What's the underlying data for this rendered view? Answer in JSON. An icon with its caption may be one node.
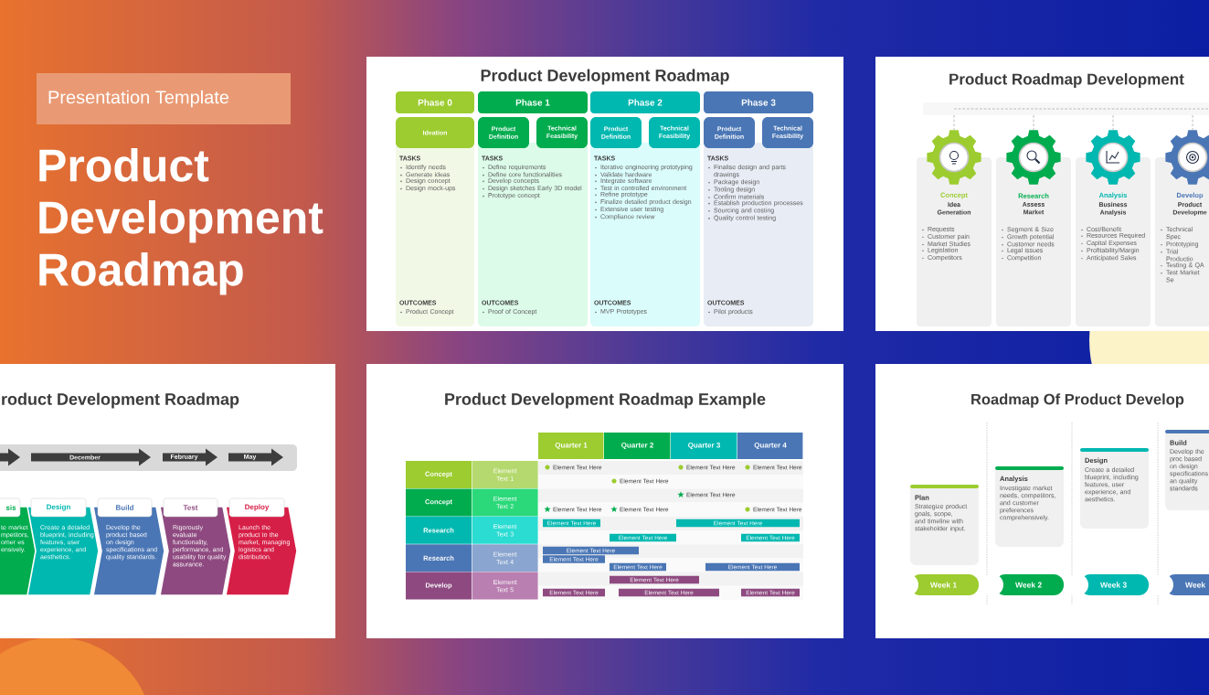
{
  "diagram": {
    "title": "Product Development Roadmap",
    "nodes": [
      {
        "text": [
          "Product Development Roadmap"
        ]
      },
      {
        "text": [
          "Phase 0"
        ],
        "in": 0
      },
      {
        "text": [
          "Phase 1"
        ],
        "in": 0
      },
      {
        "text": [
          "Phase 2"
        ],
        "in": 0
      },
      {
        "text": [
          "Phase 3"
        ],
        "in": 0
      },
      {
        "text": [
          "Ideation"
        ],
        "in": 0
      },
      {
        "text": [
          "Product Definition"
        ],
        "in": 0
      },
      {
        "text": [
          "Technical Feasibility"
        ],
        "in": 0
      },
      {
        "text": [
          "Product Definition"
        ],
        "in": 0
      },
      {
        "text": [
          "Technical Feasibility"
        ],
        "in": 0
      },
      {
        "text": [
          "Product Definition"
        ],
        "in": 0
      },
      {
        "text": [
          "Technical Feasibility"
        ],
        "in": 0
      },
      {
        "text": [
          "TASKS",
          "Identify needs",
          "Generate ideas",
          "Design concept",
          "Design mock-ups",
          "OUTCOMES",
          "Product Concept"
        ],
        "in": 0
      },
      {
        "text": [
          "TASKS",
          "Define requirements",
          "Define core functionalities",
          "Develop concepts",
          "Design sketches Early 3D model",
          "Prototype concept",
          "OUTCOMES",
          "Proof of Concept"
        ],
        "in": 0
      },
      {
        "text": [
          "TASKS",
          "Iterative engineering prototyping",
          "Validate hardware",
          "Integrate software",
          "Test in controlled environment",
          "Refine prototype",
          "Finalize detailed product design",
          "Extensive user testing",
          "Compliance review",
          "OUTCOMES",
          "MVP Prototypes"
        ],
        "in": 0
      },
      {
        "text": [
          "TASKS",
          "Finalise design and parts drawings",
          "Package design",
          "Tooling design",
          "Confirm materials",
          "Establish production processes",
          "Sourcing and costing",
          "Quality control testing",
          "OUTCOMES",
          "Pilot products"
        ],
        "in": 0
      },
      {
        "text": [
          "Product Roadmap Development"
        ]
      },
      {
        "text": [],
        "shape": "bar",
        "in": 16
      },
      {
        "text": [],
        "shape": "picture",
        "in": 16
      },
      {
        "text": [],
        "shape": "picture",
        "in": 16
      },
      {
        "text": [],
        "shape": "picture",
        "in": 16
      },
      {
        "text": [],
        "shape": "picture",
        "in": 16
      },
      {
        "text": [
          "Concept",
          "Idea Generation",
          "Requests",
          "Customer pain",
          "Market Studies",
          "Legislation",
          "Competitors"
        ],
        "in": 16
      },
      {
        "text": [
          "Research",
          "Assess Market",
          "Segment & Size",
          "Growth potential",
          "Customer needs",
          "Legal issues",
          "Competition"
        ],
        "in": 16
      },
      {
        "text": [
          "Analysis",
          "Business Analysis",
          "Cost/Benefit",
          "Resources Required",
          "Capital Expenses",
          "Profitability/Margin",
          "Anticipated Sales"
        ],
        "in": 16
      },
      {
        "text": [
          "Develop",
          "Product Developme",
          "Technical Spec",
          "Prototyping",
          "Trial Productio",
          "Testing & QA",
          "Test Market Se"
        ],
        "in": 16
      },
      {
        "text": [
          "roduct Development Roadmap"
        ]
      },
      {
        "text": [],
        "shape": "bar",
        "in": 26
      },
      {
        "text": [],
        "shape": "arrow",
        "in": 27
      },
      {
        "text": [
          "December"
        ],
        "in": 27
      },
      {
        "text": [
          "February"
        ],
        "in": 27
      },
      {
        "text": [
          "May"
        ],
        "in": 27
      },
      {
        "text": [
          "sis",
          "te market mpetitors, omer es ensively."
        ],
        "in": 26
      },
      {
        "text": [
          "Design",
          "Create a detailed blueprint, including features, user experience, and aesthetics."
        ],
        "in": 26
      },
      {
        "text": [
          "Build",
          "Develop the product based on design specifications and quality standards."
        ],
        "in": 26
      },
      {
        "text": [
          "Test",
          "Rigorously evaluate functionality, performance, and usability for quality assurance."
        ],
        "in": 26
      },
      {
        "text": [
          "Deploy",
          "Launch the product to the market, managing logistics and distribution."
        ],
        "in": 26
      },
      {
        "text": [
          "Product Development Roadmap Example"
        ]
      },
      {
        "text": [
          "Quarter 1"
        ],
        "in": 37
      },
      {
        "text": [
          "Quarter 2"
        ],
        "in": 37
      },
      {
        "text": [
          "Quarter 3"
        ],
        "in": 37
      },
      {
        "text": [
          "Quarter 4"
        ],
        "in": 37
      },
      {
        "text": [
          "Concept"
        ],
        "in": 37
      },
      {
        "text": [
          "Element Text 1"
        ],
        "in": 37
      },
      {
        "text": [
          "Concept"
        ],
        "in": 37
      },
      {
        "text": [
          "Element Text 2"
        ],
        "in": 37
      },
      {
        "text": [
          "Research"
        ],
        "in": 37
      },
      {
        "text": [
          "Element Text 3"
        ],
        "in": 37
      },
      {
        "text": [
          "Research"
        ],
        "in": 37
      },
      {
        "text": [
          "Element Text 4"
        ],
        "in": 37
      },
      {
        "text": [
          "Develop"
        ],
        "in": 37
      },
      {
        "text": [
          "Element Text 5"
        ],
        "in": 37
      },
      {
        "text": [
          "Element Text Here"
        ],
        "in": 37
      },
      {
        "text": [
          "Element Text Here"
        ],
        "in": 37
      },
      {
        "text": [
          "Element Text Here"
        ],
        "in": 37
      },
      {
        "text": [
          "Element Text Here"
        ],
        "in": 37
      },
      {
        "text": [
          "Element Text Here"
        ],
        "in": 37
      },
      {
        "text": [
          "Element Text Here"
        ],
        "in": 37
      },
      {
        "text": [
          "Element Text Here"
        ],
        "in": 37
      },
      {
        "text": [
          "Element Text Here"
        ],
        "in": 37
      },
      {
        "text": [
          "Element Text Here"
        ],
        "in": 37
      },
      {
        "text": [
          "Element Text Here"
        ],
        "in": 37
      },
      {
        "text": [
          "Element Text Here"
        ],
        "in": 37
      },
      {
        "text": [
          "Element Text Here"
        ],
        "in": 37
      },
      {
        "text": [
          "Roadmap Of Product Develop"
        ]
      },
      {
        "text": [
          "Plan",
          "Strategize product goals, scope, and timeline with stakeholder input."
        ],
        "in": 64
      },
      {
        "text": [
          "Analysis",
          "Investigate market needs, competitors, and customer preferences comprehensively."
        ],
        "in": 64
      },
      {
        "text": [
          "Design",
          "Create a detailed blueprint, including features, user experience, and aesthetics."
        ],
        "in": 64
      },
      {
        "text": [
          "Build",
          "Develop the proc based on design specifications an quality standards"
        ],
        "in": 64
      },
      {
        "text": [
          "Week 1"
        ],
        "in": 64
      },
      {
        "text": [
          "Week 2"
        ],
        "in": 64
      },
      {
        "text": [
          "Week 3"
        ],
        "in": 64
      },
      {
        "text": [
          "Week"
        ],
        "in": 64
      },
      {
        "text": [
          "Presentation Template"
        ]
      }
    ],
    "edges": [
      {
        "from": 17,
        "to": 18,
        "arrow": "none",
        "style": "dashed"
      },
      {
        "from": 17,
        "to": 19,
        "arrow": "none",
        "style": "dashed"
      },
      {
        "from": 17,
        "to": 20,
        "arrow": "none",
        "style": "dashed"
      },
      {
        "from": 17,
        "to": 21,
        "arrow": "none",
        "style": "dashed"
      }
    ],
    "labels": [
      "Element Text Here",
      "Element Text Here",
      "Element Text Here",
      "Element Text Here",
      "Element Text Here",
      "Element Text Here",
      "Element Text Here",
      "Element Text Here"
    ]
  }
}
